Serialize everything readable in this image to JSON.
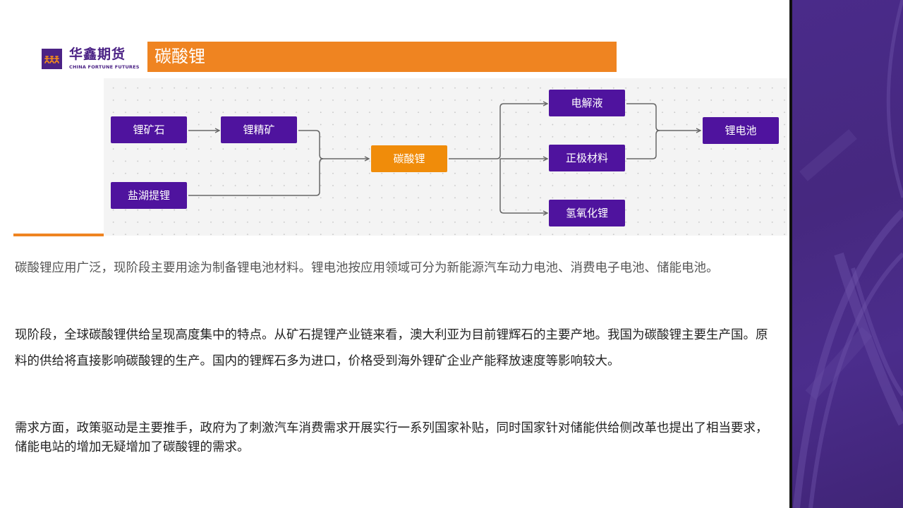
{
  "brand": {
    "logo_mark": "华鑫 logo",
    "name_cn": "华鑫期货",
    "name_en": "CHINA FORTUNE FUTURES",
    "colors": {
      "primary": "#4b2285",
      "accent": "#ef8421"
    }
  },
  "header": {
    "title": "碳酸锂"
  },
  "diagram": {
    "nodes": {
      "lithium_ore": "锂矿石",
      "lithium_concentrate": "锂精矿",
      "salt_lake": "盐湖提锂",
      "lithium_carbonate": "碳酸锂",
      "electrolyte": "电解液",
      "cathode": "正极材料",
      "lithium_hydroxide": "氢氧化锂",
      "lithium_battery": "锂电池"
    },
    "colors": {
      "node": "#4f139e",
      "core_node": "#f08c0a",
      "link": "#666666"
    }
  },
  "body": {
    "paragraphs": [
      "碳酸锂应用广泛，现阶段主要用途为制备锂电池材料。锂电池按应用领域可分为新能源汽车动力电池、消费电子电池、储能电池。",
      "现阶段，全球碳酸锂供给呈现高度集中的特点。从矿石提锂产业链来看，澳大利亚为目前锂辉石的主要产地。我国为碳酸锂主要生产国。原料的供给将直接影响碳酸锂的生产。国内的锂辉石多为进口，价格受到海外锂矿企业产能释放速度等影响较大。",
      "需求方面，政策驱动是主要推手，政府为了刺激汽车消费需求开展实行一系列国家补贴，同时国家针对储能供给侧改革也提出了相当要求，储能电站的增加无疑增加了碳酸锂的需求。"
    ]
  }
}
